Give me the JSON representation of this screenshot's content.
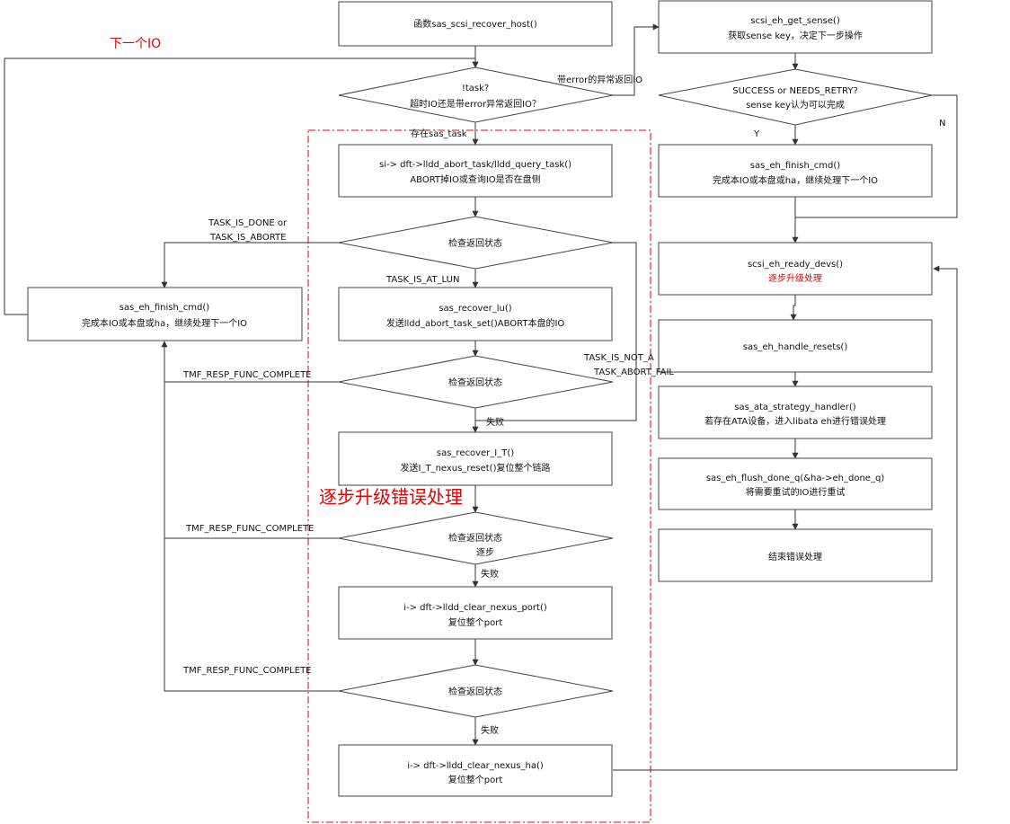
{
  "boxes": {
    "host": [
      "函数sas_scsi_recover_host()"
    ],
    "abort": [
      "si-> dft->lldd_abort_task/lldd_query_task()",
      "ABORT掉IO或查询IO是否在盘侧"
    ],
    "lu": [
      "sas_recover_lu()",
      "发送lldd_abort_task_set()ABORT本盘的IO"
    ],
    "it": [
      "sas_recover_I_T()",
      "发送I_T_nexus_reset()复位整个链路"
    ],
    "port": [
      "i-> dft->lldd_clear_nexus_port()",
      "复位整个port"
    ],
    "ha": [
      "i-> dft->lldd_clear_nexus_ha()",
      "复位整个port"
    ],
    "finish_left": [
      "sas_eh_finish_cmd()",
      "完成本IO或本盘或ha，继续处理下一个IO"
    ],
    "sense": [
      "scsi_eh_get_sense()",
      "获取sense key，决定下一步操作"
    ],
    "finish_right": [
      "sas_eh_finish_cmd()",
      "完成本IO或本盘或ha，继续处理下一个IO"
    ],
    "ready": [
      "scsi_eh_ready_devs()",
      "逐步升级处理"
    ],
    "resets": [
      "sas_eh_handle_resets()"
    ],
    "ata": [
      "sas_ata_strategy_handler()",
      "若存在ATA设备，进入libata eh进行错误处理"
    ],
    "flush": [
      "sas_eh_flush_done_q(&ha->eh_done_q)",
      "将需要重试的IO进行重试"
    ],
    "end": [
      "结束错误处理"
    ]
  },
  "diamonds": {
    "task": [
      "!task?",
      "超时IO还是带error异常返回IO？"
    ],
    "check1": [
      "检查返回状态"
    ],
    "check2": [
      "检查返回状态"
    ],
    "check3": [
      "检查返回状态",
      "逐步"
    ],
    "check4": [
      "检查返回状态"
    ],
    "retry": [
      "SUCCESS or NEEDS_RETRY?",
      "sense key认为可以完成"
    ]
  },
  "labels": {
    "next_io": "下一个IO",
    "error_return": "带error的异常返回IO",
    "has_task": "存在sas_task",
    "done_or_aborte_1": "TASK_IS_DONE or",
    "done_or_aborte_2": "TASK_IS_ABORTE",
    "at_lun": "TASK_IS_AT_LUN",
    "not_at_1": "TASK_IS_NOT_A",
    "not_at_2": "TASK_ABORT_FAIL",
    "tmf_1": "TMF_RESP_FUNC_COMPLETE",
    "tmf_2": "TMF_RESP_FUNC_COMPLETE",
    "tmf_3": "TMF_RESP_FUNC_COMPLETE",
    "fail_1": "失败",
    "fail_2": "失败",
    "fail_3": "失败",
    "y": "Y",
    "n": "N",
    "escalate": "逐步升级错误处理"
  },
  "colors": {
    "highlight": "#e60000",
    "stroke": "#444444"
  }
}
